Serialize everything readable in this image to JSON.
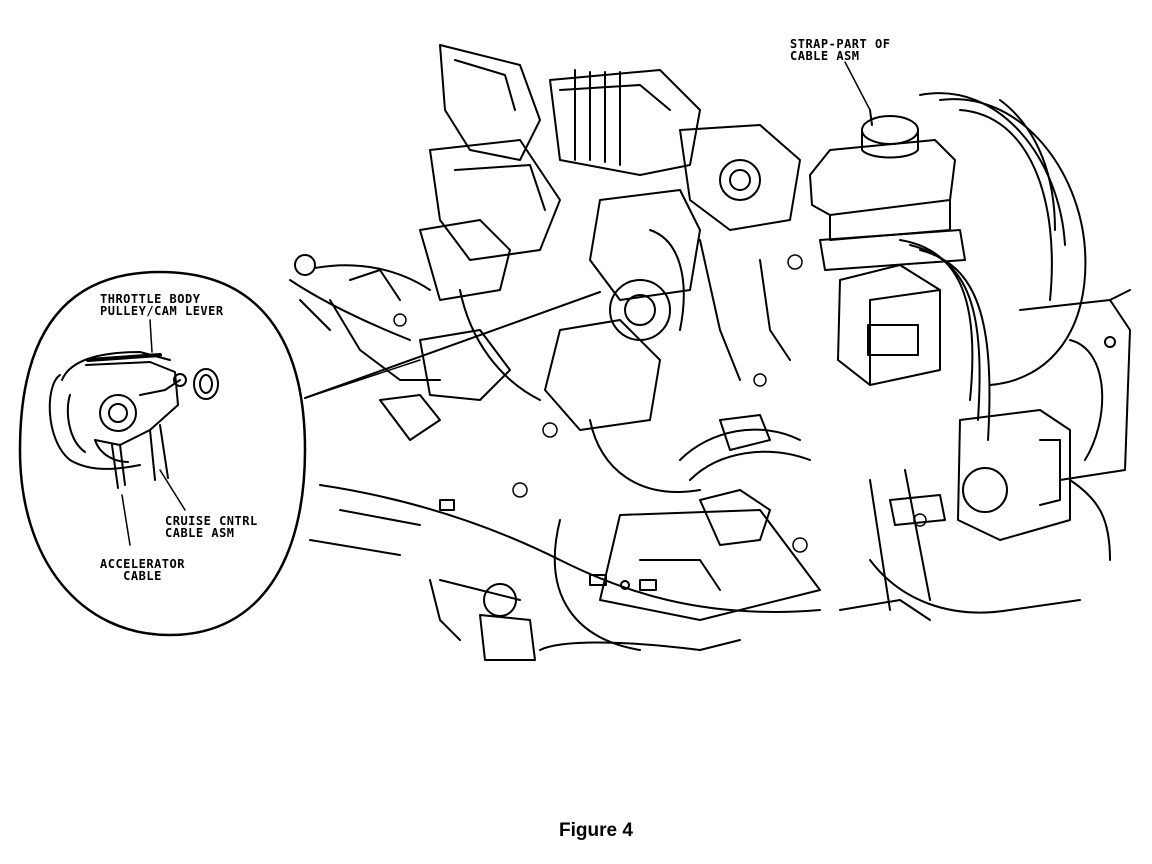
{
  "labels": {
    "strap": {
      "line1": "STRAP-PART OF",
      "line2": "CABLE ASM"
    },
    "throttle": {
      "line1": "THROTTLE BODY",
      "line2": "PULLEY/CAM LEVER"
    },
    "cruise": {
      "line1": "CRUISE CNTRL",
      "line2": "CABLE ASM"
    },
    "accel": {
      "line1": "ACCELERATOR",
      "line2": "CABLE"
    }
  },
  "caption": "Figure 4"
}
